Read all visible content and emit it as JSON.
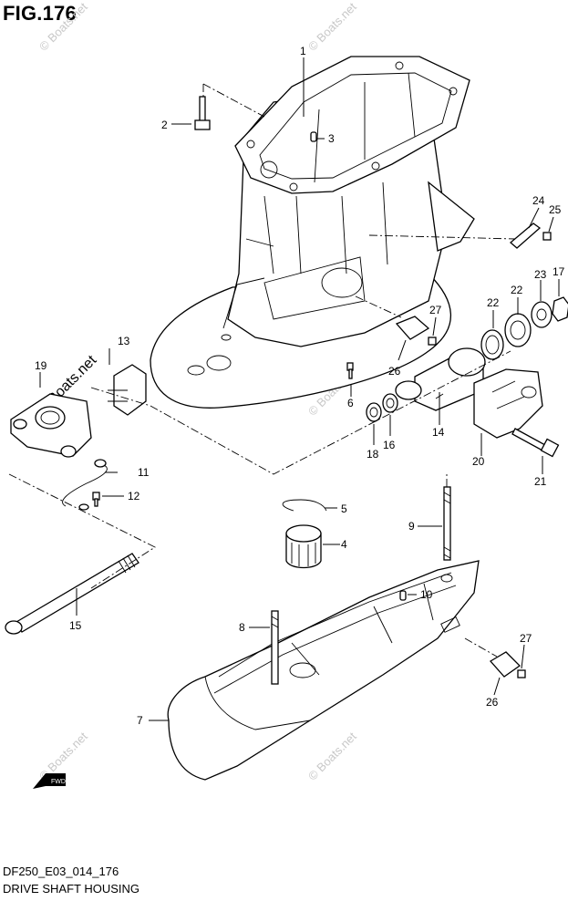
{
  "figure": {
    "title": "FIG.176"
  },
  "footer": {
    "code": "DF250_E03_014_176",
    "name": "DRIVE SHAFT HOUSING"
  },
  "watermark": {
    "text": "© Boats.net"
  },
  "fwd_label": "FWD",
  "callouts": {
    "c1": "1",
    "c2": "2",
    "c3": "3",
    "c4": "4",
    "c5": "5",
    "c6": "6",
    "c7": "7",
    "c8": "8",
    "c9": "9",
    "c10": "10",
    "c11": "11",
    "c12": "12",
    "c13": "13",
    "c14": "14",
    "c15": "15",
    "c16": "16",
    "c17": "17",
    "c18": "18",
    "c19": "19",
    "c20": "20",
    "c21": "21",
    "c22a": "22",
    "c22b": "22",
    "c23": "23",
    "c24": "24",
    "c25": "25",
    "c26a": "26",
    "c26b": "26",
    "c27a": "27",
    "c27b": "27"
  }
}
